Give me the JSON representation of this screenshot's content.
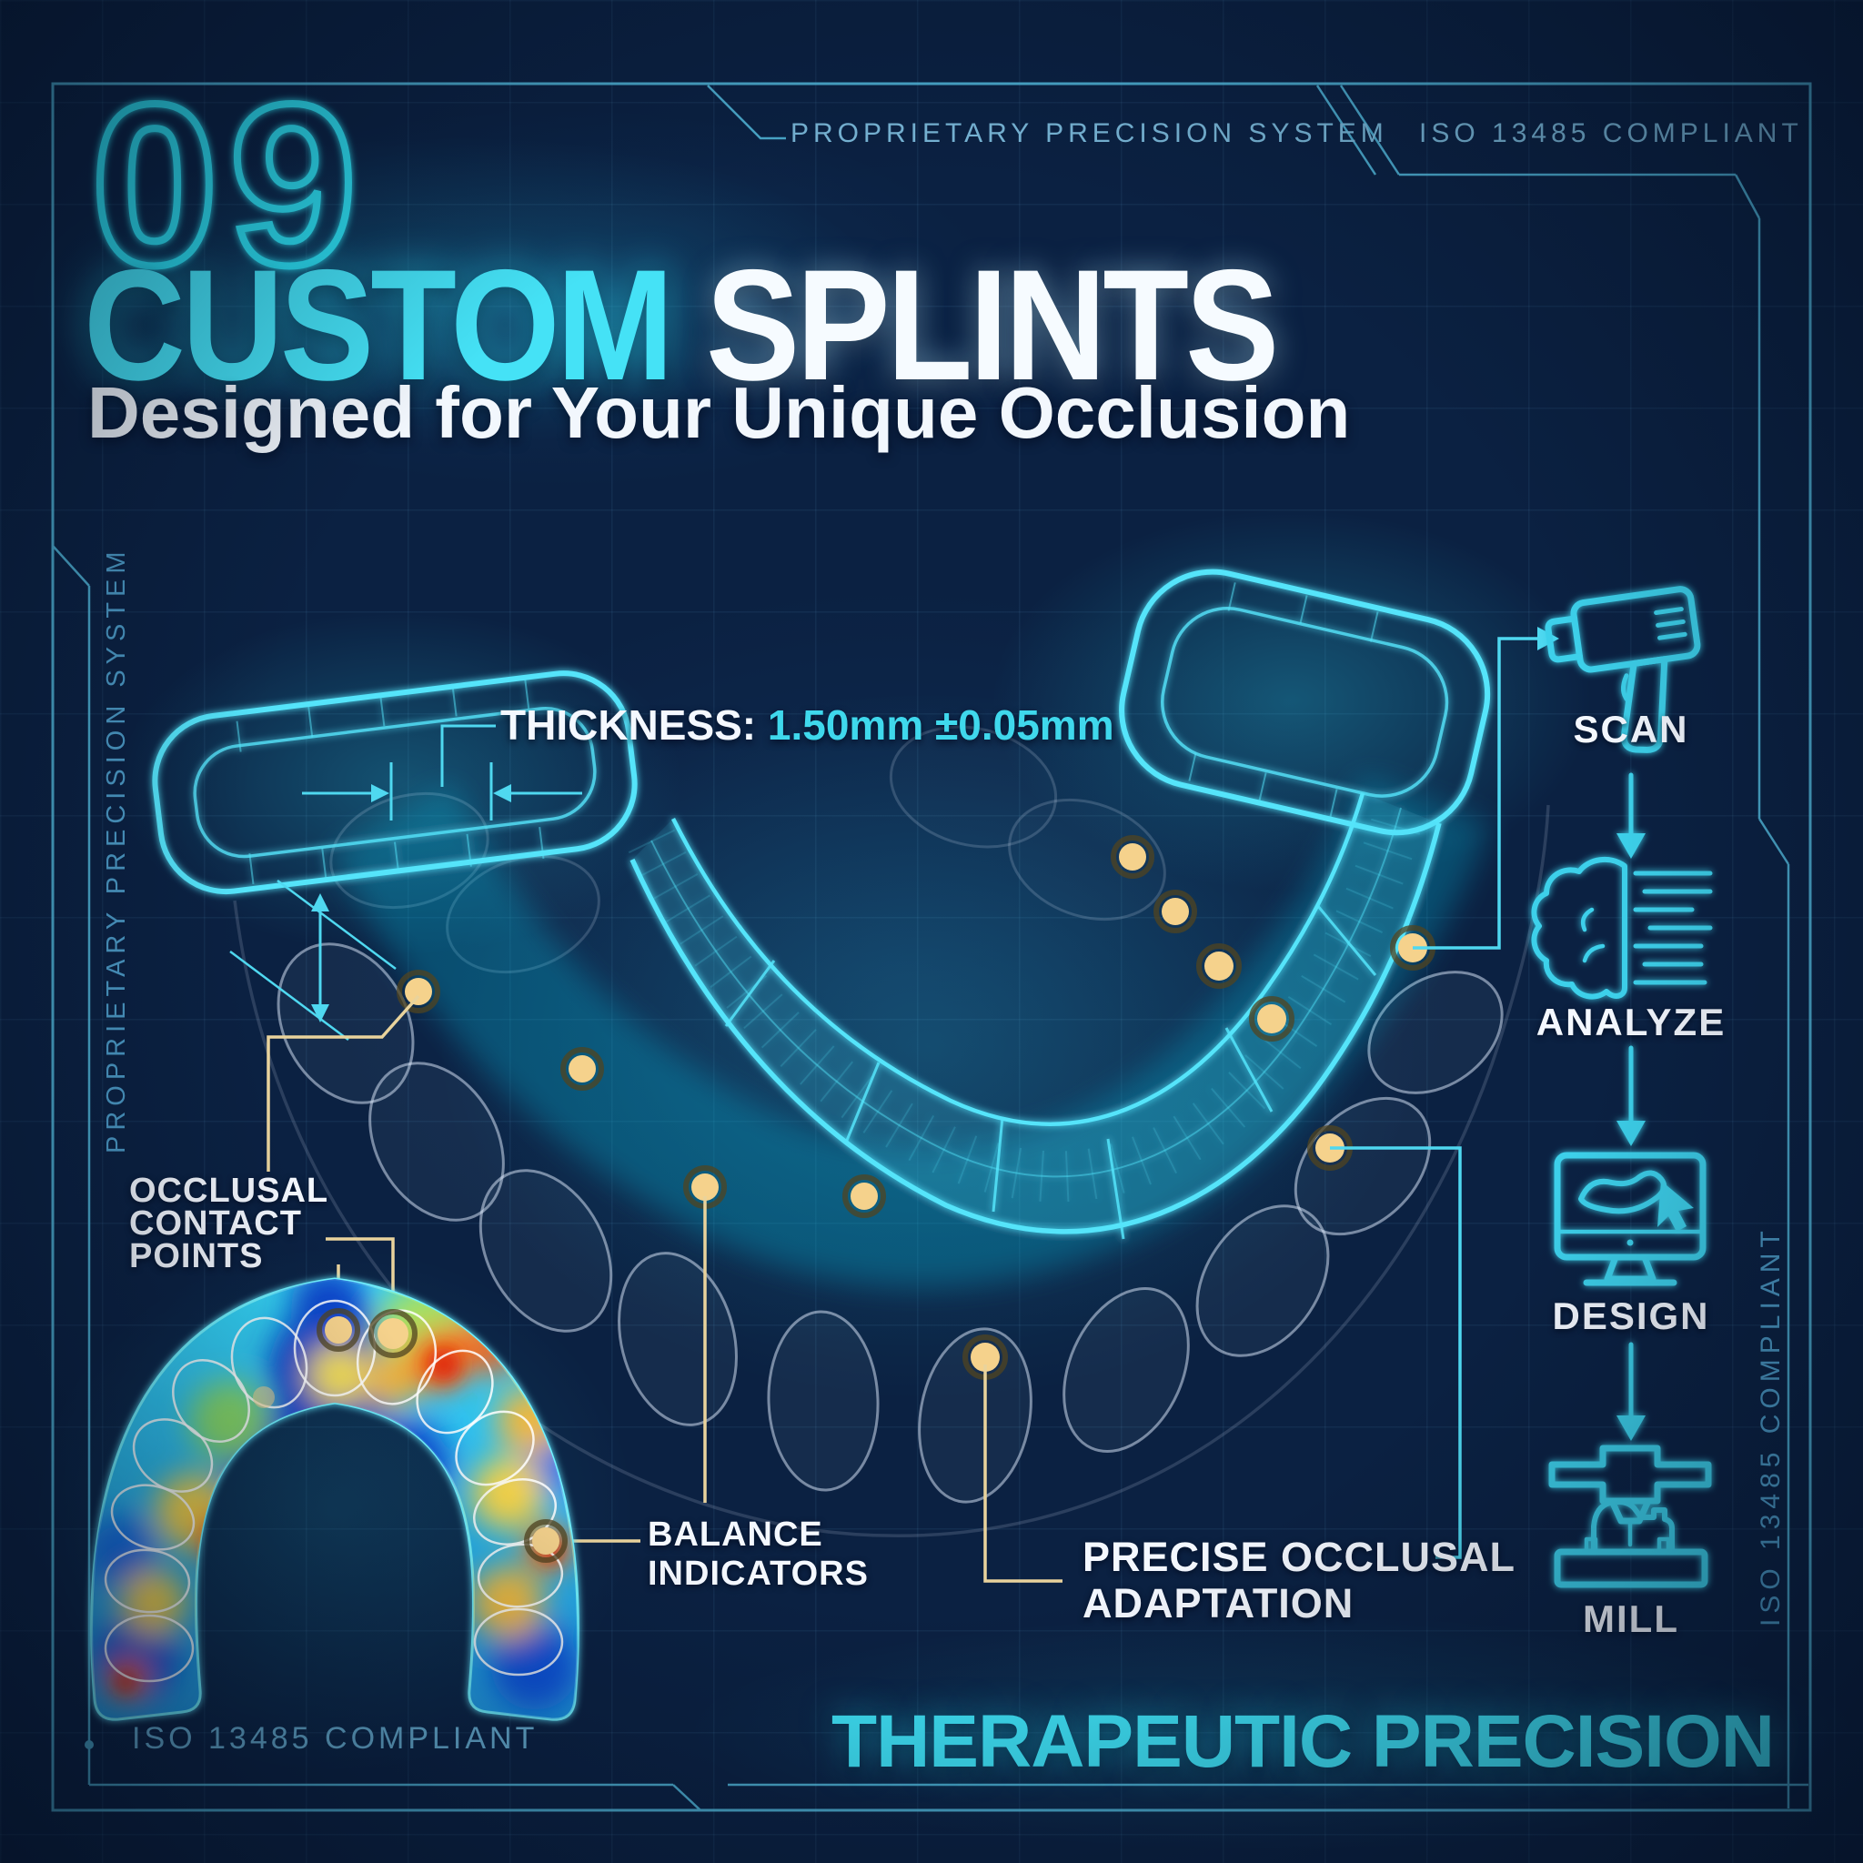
{
  "frame": {
    "top_label": "PROPRIETARY PRECISION SYSTEM",
    "top_right_label": "ISO 13485 COMPLIANT",
    "left_vertical_label": "PROPRIETARY PRECISION SYSTEM",
    "right_vertical_label": "ISO 13485 COMPLIANT",
    "bottom_left_label": "ISO 13485 COMPLIANT",
    "footer_tagline": "THERAPEUTIC PRECISION"
  },
  "header": {
    "index_number": "09",
    "title_accent": "CUSTOM",
    "title_rest": " SPLINTS",
    "subtitle": "Designed for Your Unique Occlusion"
  },
  "annotations": {
    "thickness_label": "THICKNESS:",
    "thickness_value": " 1.50mm ±0.05mm",
    "occlusal_contact_points": {
      "line1": "OCCLUSAL",
      "line2": "CONTACT",
      "line3": "POINTS"
    },
    "balance_indicators": {
      "line1": "BALANCE",
      "line2": "INDICATORS"
    },
    "precise_occlusal_adaptation": {
      "line1": "PRECISE OCCLUSAL",
      "line2": "ADAPTATION"
    }
  },
  "workflow": {
    "steps": [
      {
        "label": "SCAN",
        "icon": "scanner-gun-icon"
      },
      {
        "label": "ANALYZE",
        "icon": "brain-circuit-icon"
      },
      {
        "label": "DESIGN",
        "icon": "monitor-cad-icon"
      },
      {
        "label": "MILL",
        "icon": "milling-machine-icon"
      }
    ]
  },
  "colors": {
    "background": "#0B2142",
    "accent_cyan": "#3FE0F4",
    "neon_outline": "#2EE0F2",
    "frame_line": "#57C3E6",
    "muted_label": "#6FB3D4",
    "gold": "#F3CF8A",
    "white": "#F4F8FF"
  }
}
